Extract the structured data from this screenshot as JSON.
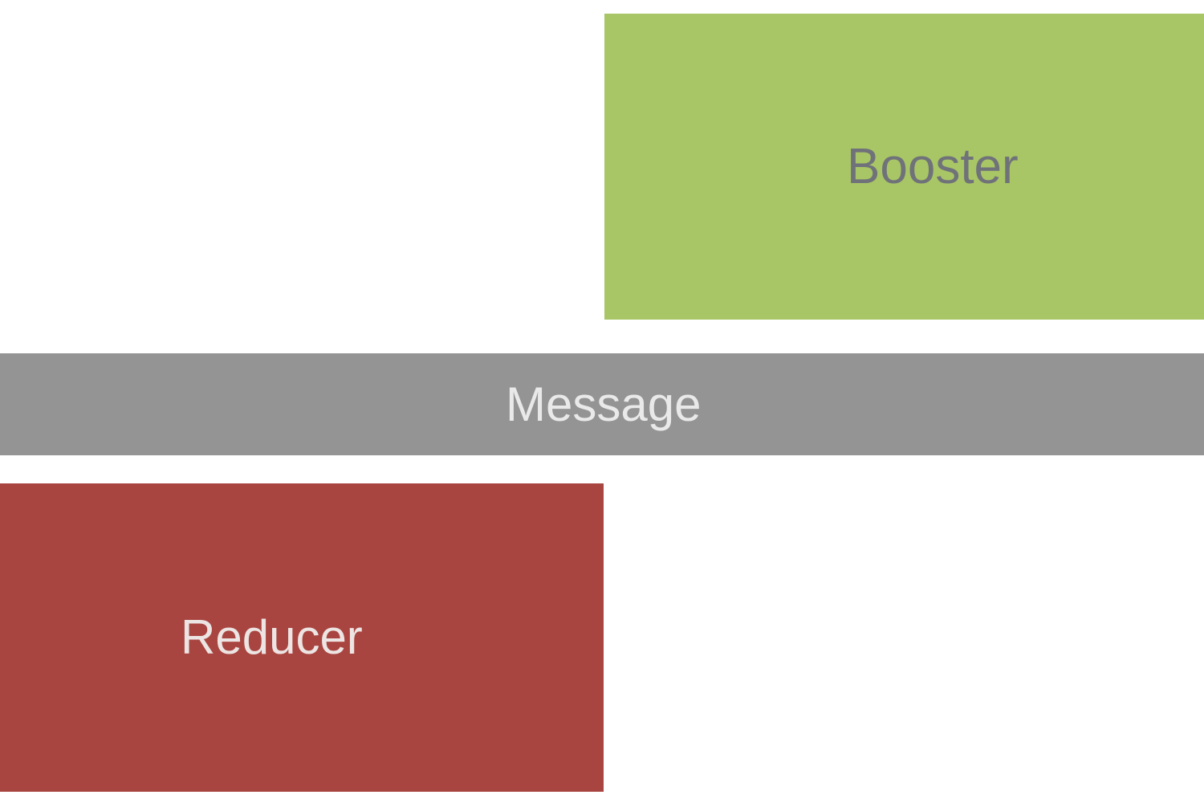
{
  "diagram": {
    "title": "",
    "background_color": "#ffffff",
    "nodes": [
      {
        "id": "booster",
        "label": "Booster",
        "shape": "rectangle",
        "fill_color": "#a8c665",
        "text_color": "#70727a",
        "position": "top-right",
        "clipped_edge": "right"
      },
      {
        "id": "message",
        "label": "Message",
        "shape": "rectangle",
        "fill_color": "#949494",
        "text_color": "#e9e9e9",
        "position": "middle-full-width",
        "clipped_edge": "left-and-right"
      },
      {
        "id": "reducer",
        "label": "Reducer",
        "shape": "rectangle",
        "fill_color": "#a94540",
        "text_color": "#ece5e3",
        "position": "bottom-left",
        "clipped_edge": "left"
      }
    ]
  }
}
